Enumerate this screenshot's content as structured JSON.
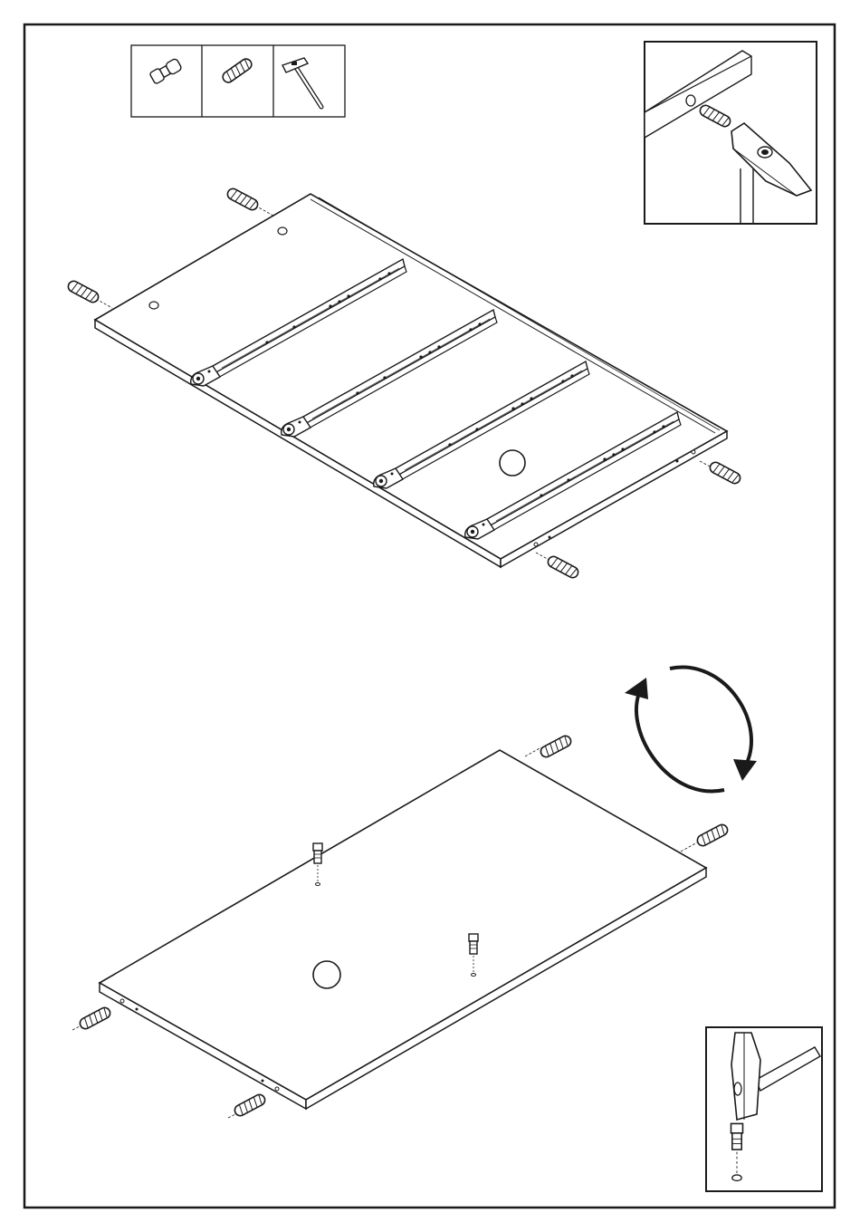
{
  "page": {
    "kind": "assembly-instruction-step",
    "has_text": false
  },
  "toolbox": {
    "items": [
      {
        "icon": "cam-bolt-icon"
      },
      {
        "icon": "wooden-dowel-icon"
      },
      {
        "icon": "hammer-icon"
      }
    ]
  },
  "details": [
    {
      "icon": "hammer-dowel-into-edge-icon"
    },
    {
      "icon": "hammer-cam-bolt-into-face-icon"
    }
  ],
  "panels": [
    {
      "label": "panel-with-drawer-rails",
      "rails": 4,
      "dowels": 4,
      "reference_mark": "circle"
    },
    {
      "label": "panel-flipped",
      "cam_bolts": 2,
      "dowels": 4,
      "reference_mark": "circle"
    }
  ],
  "flip_indicator": {
    "icon": "rotate-arrows-icon"
  },
  "colors": {
    "ink": "#1a1a1a",
    "paper": "#ffffff",
    "hatch": "#cfcfcf"
  }
}
